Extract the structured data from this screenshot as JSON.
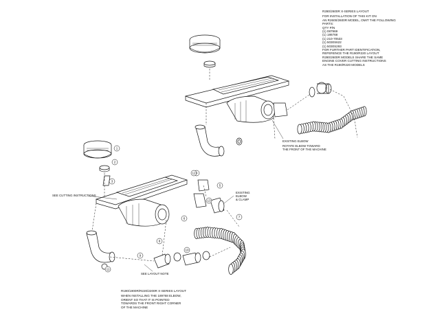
{
  "top_right_notes": {
    "title": "R280/2600R X-SERIES LAYOUT",
    "lines": [
      "FOR INSTALLATION OF THIS KIT ON",
      "AN R2600/2600R MODEL, OMIT THE FOLLOWING",
      "PARTS:",
      "QTY      P/N",
      "(1)    087969",
      "(1)    186768",
      "(1)    210-70533",
      "(1)    5030S622",
      "(1)    5030S293",
      "FOR FURTHER PART IDENTIFICATION,",
      "REFERENCE THE R190/R220 LAYOUT",
      "R280/2600R MODELS SHARE THE SAME",
      "ENGINE COVER CUTTING INSTRUCTIONS",
      "AS THE R190/R220 MODELS"
    ]
  },
  "bottom_notes": {
    "title": "R190/1900R/R220/2200R X-SERIES LAYOUT",
    "lines": [
      "WHEN INSTALLING THE 189768 ELBOW,",
      "ORIENT SO THAT IT IS POINTED",
      "TOWARDS THE FRONT RIGHT CORNER",
      "OF THE MACHINE"
    ]
  },
  "callouts": {
    "existing_elbow_top": "EXISTING ELBOW",
    "rotate_note": [
      "ROTATE ELBOW TOWARD",
      "THE FRONT OF THE MACHINE"
    ],
    "cutting_instructions": "SEE CUTTING INSTRUCTIONS",
    "existing_elbow_clamp": [
      "EXISTING",
      "ELBOW",
      "& CLAMP"
    ],
    "see_layout_note": "SEE LAYOUT NOTE"
  },
  "item_numbers": [
    "1",
    "2",
    "3",
    "4",
    "5",
    "6",
    "7",
    "8",
    "9",
    "10",
    "11",
    "12",
    "13"
  ],
  "colors": {
    "ink": "#111111",
    "paper": "#ffffff"
  }
}
